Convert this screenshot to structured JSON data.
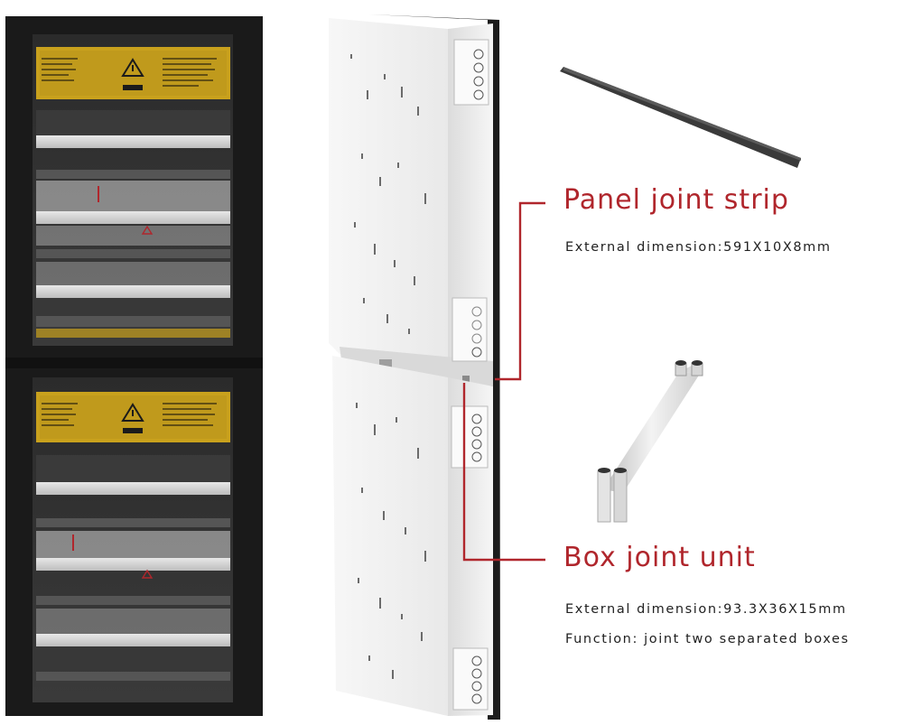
{
  "panel_joint_strip": {
    "title": "Panel joint strip",
    "external_dimension": "External dimension:591X10X8mm"
  },
  "box_joint_unit": {
    "title": "Box joint unit",
    "external_dimension": "External dimension:93.3X36X15mm",
    "function": "Function: joint two separated boxes"
  },
  "colors": {
    "accent": "#b0262c",
    "cabinet_frame": "#1b1b1b",
    "warning_label": "#c9a11d",
    "box_body": "#f4f4f4",
    "strip": "#3a3a3a"
  }
}
